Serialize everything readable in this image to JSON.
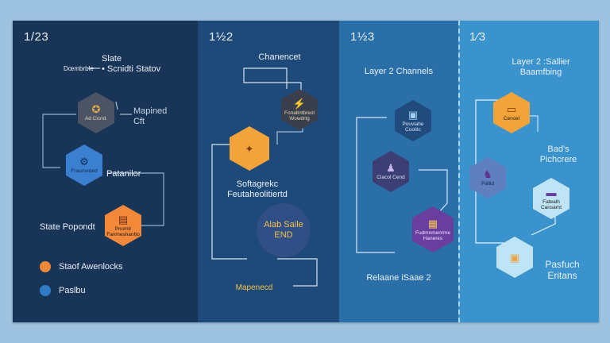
{
  "panels": [
    {
      "title": "1/23",
      "labels": {
        "top_left": "Dœmbrble",
        "top_right": "Slate\n• Scnidti Statov",
        "node1": "Ad Cicnd.",
        "side": "Mapined\nCft",
        "node2": "Fraumeded",
        "node2_side": "Patanilor",
        "node3_left": "State Popondt",
        "node3": "Pnomtr\nFanmeshantto",
        "legend1": "Staof Awenlocks",
        "legend2": "Paslbu"
      }
    },
    {
      "title": "1½2",
      "labels": {
        "top": "Chanencet",
        "node1": "Fonaltntbreol\nWowdrtg",
        "node2_mid": "Softagrekc\nFeutaheolitiertd",
        "oval": "Alab Saile\nEND",
        "bottom": "Mapenecd"
      }
    },
    {
      "title": "1½3",
      "labels": {
        "top": "Layer 2 Channels",
        "node1": "Pouviahe\nCoolitc",
        "node2": "Clacol Cend",
        "node3": "Fudmnmenrme\nHaneres",
        "bottom": "Relaane iSaae 2"
      }
    },
    {
      "title": "1⁄3",
      "labels": {
        "top": "Layer 2 :Sallier\nBaamfbing",
        "node1": "Cencel",
        "mid_right": "Bad's\nPichcrere",
        "node2": "Pallid",
        "node3": "Fatealh\nCansamt",
        "bottom": "Pasfuch\nEritans"
      }
    }
  ],
  "colors": {
    "orange": "#f2a33a",
    "blue": "#3b7fd0",
    "purple": "#6a3e9e",
    "light": "#bfe4f5",
    "legend_orange": "#f2883a",
    "legend_blue": "#2f7bc6"
  },
  "icons": [
    "compass-icon",
    "gear-icon",
    "document-icon",
    "lightning-icon",
    "bug-icon"
  ]
}
